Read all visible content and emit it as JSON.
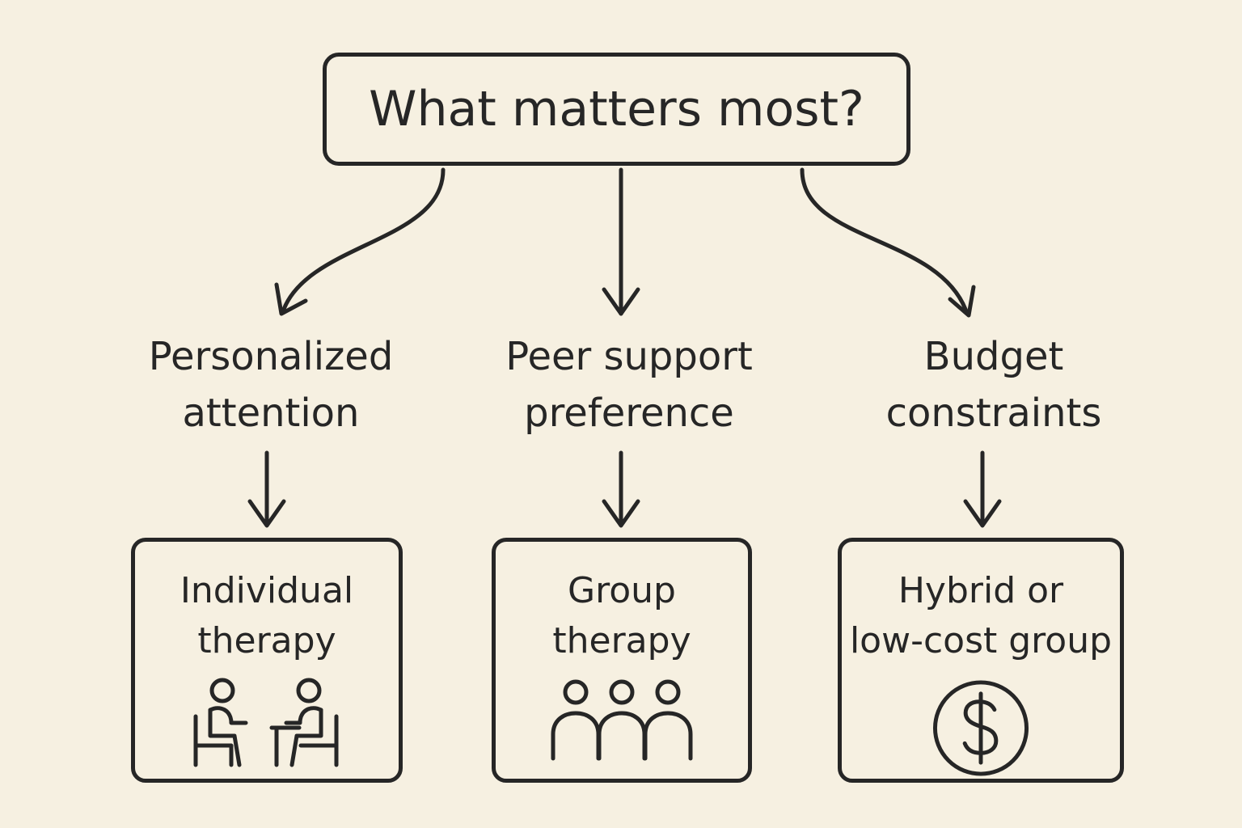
{
  "root": {
    "question": "What matters most?"
  },
  "branches": [
    {
      "criterion": [
        "Personalized",
        "attention"
      ],
      "recommendation": [
        "Individual",
        "therapy"
      ],
      "icon": "two-people-seated-icon"
    },
    {
      "criterion": [
        "Peer support",
        "preference"
      ],
      "recommendation": [
        "Group",
        "therapy"
      ],
      "icon": "group-people-icon"
    },
    {
      "criterion": [
        "Budget",
        "constraints"
      ],
      "recommendation": [
        "Hybrid or",
        "low-cost group"
      ],
      "icon": "dollar-coin-icon"
    }
  ],
  "colors": {
    "background": "#f6f0e1",
    "ink": "#262626"
  }
}
